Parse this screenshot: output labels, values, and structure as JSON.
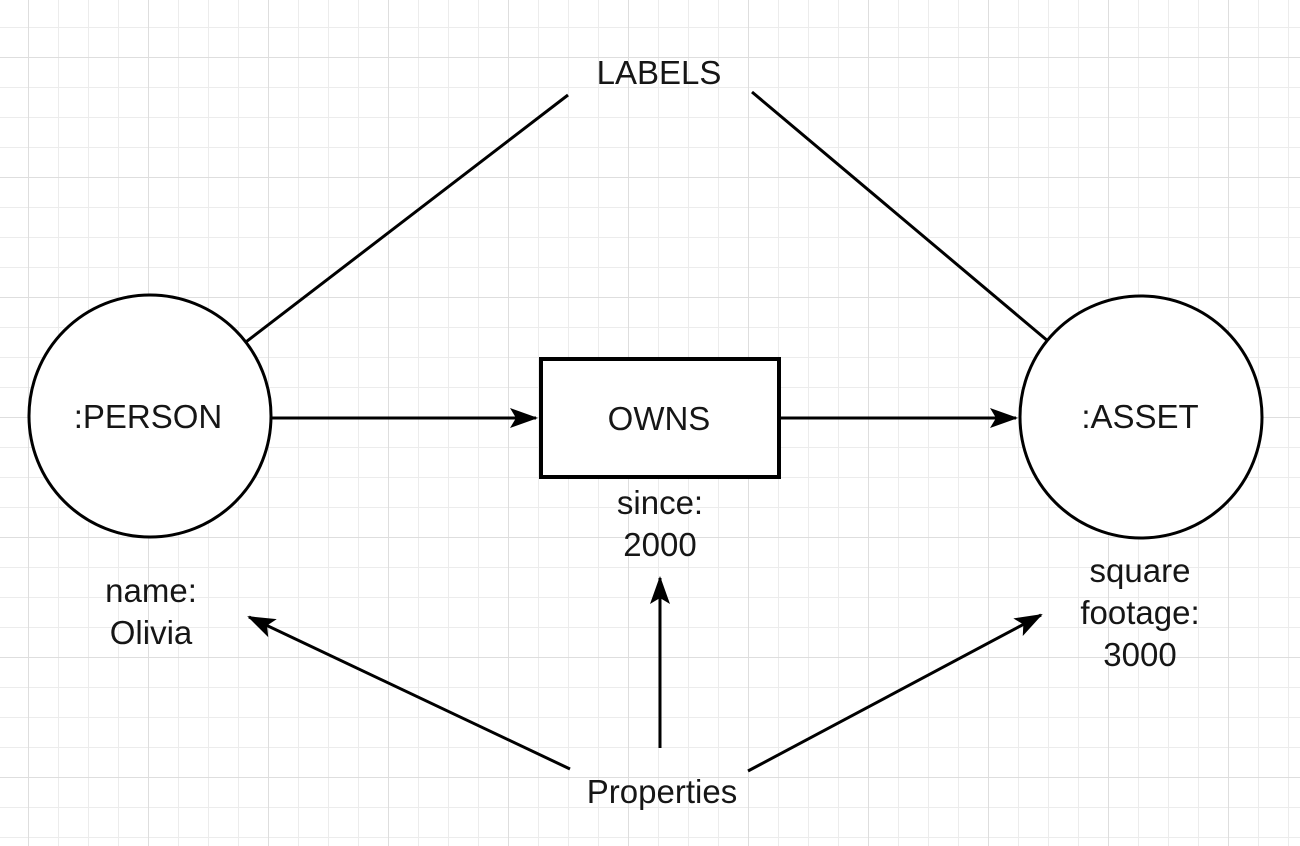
{
  "meta": {
    "background_color": "#ffffff",
    "grid_minor_color": "#ececec",
    "grid_major_color": "#dedede",
    "stroke_color": "#000000"
  },
  "diagram": {
    "labels_caption": "LABELS",
    "properties_caption": "Properties",
    "person_node": {
      "label": ":PERSON"
    },
    "asset_node": {
      "label": ":ASSET"
    },
    "relationship_box": {
      "label": "OWNS"
    },
    "person_properties": {
      "lines": [
        "name:",
        "Olivia"
      ]
    },
    "relationship_properties": {
      "lines": [
        "since:",
        "2000"
      ]
    },
    "asset_properties": {
      "lines": [
        "square",
        "footage:",
        "3000"
      ]
    }
  }
}
